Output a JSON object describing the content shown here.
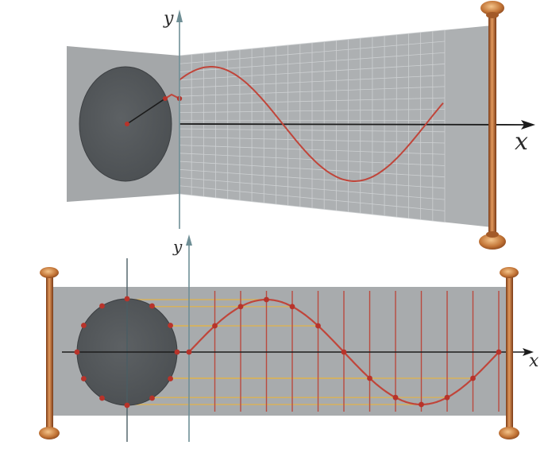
{
  "top_figure": {
    "x_axis_label": "x",
    "y_axis_label": "y"
  },
  "bottom_figure": {
    "x_axis_label": "x",
    "y_axis_label": "y"
  },
  "colors": {
    "panel": "#a9acae",
    "panel_dark": "#9ea1a3",
    "circle": "#55595c",
    "grid": "#c9cbcd",
    "curve": "#c0453a",
    "marker": "#b8332a",
    "chord": "#d7b25b",
    "rod": "#b5652f",
    "axis": "#222222",
    "y_axis": "#6f8f96"
  }
}
